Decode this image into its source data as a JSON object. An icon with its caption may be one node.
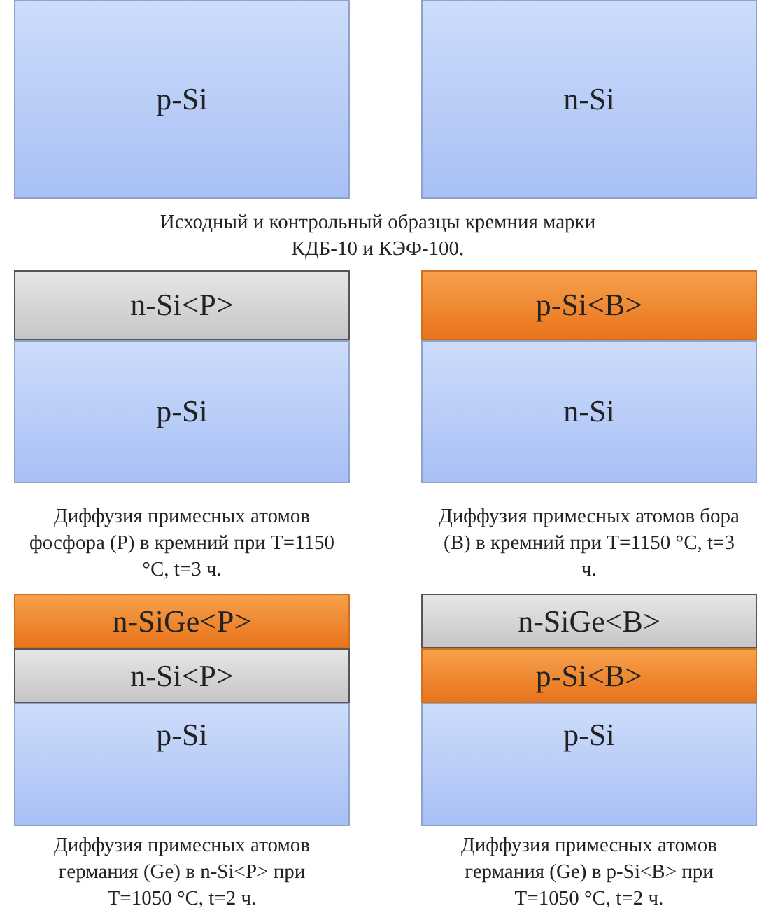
{
  "diagram": {
    "nodes": [
      {
        "text": [
          "p-Si"
        ]
      },
      {
        "text": [
          "n-Si"
        ]
      },
      {
        "text": [
          "n-Si<P>"
        ]
      },
      {
        "text": [
          "p-Si"
        ]
      },
      {
        "text": [
          "p-Si<B>"
        ]
      },
      {
        "text": [
          "n-Si"
        ]
      },
      {
        "text": [
          "n-SiGe<P>"
        ]
      },
      {
        "text": [
          "n-Si<P>"
        ]
      },
      {
        "text": [
          "p-Si"
        ]
      },
      {
        "text": [
          "n-SiGe<B>"
        ]
      },
      {
        "text": [
          "p-Si<B>"
        ]
      },
      {
        "text": [
          "p-Si"
        ]
      }
    ],
    "edges": [],
    "labels": [
      "Исходный и контрольный образцы кремния марки КДБ-10 и КЭФ-100.",
      "Диффузия примесных атомов фосфора (P) в кремний при T=1150 °C, t=3 ч.",
      "Диффузия примесных атомов бора (B) в кремний при T=1150 °C, t=3 ч.",
      "Диффузия примесных атомов германия (Ge) в n-Si<P> при T=1050 °C, t=2 ч.",
      "Диффузия примесных атомов германия (Ge) в p-Si<B> при T=1050 °C, t=2 ч."
    ]
  }
}
